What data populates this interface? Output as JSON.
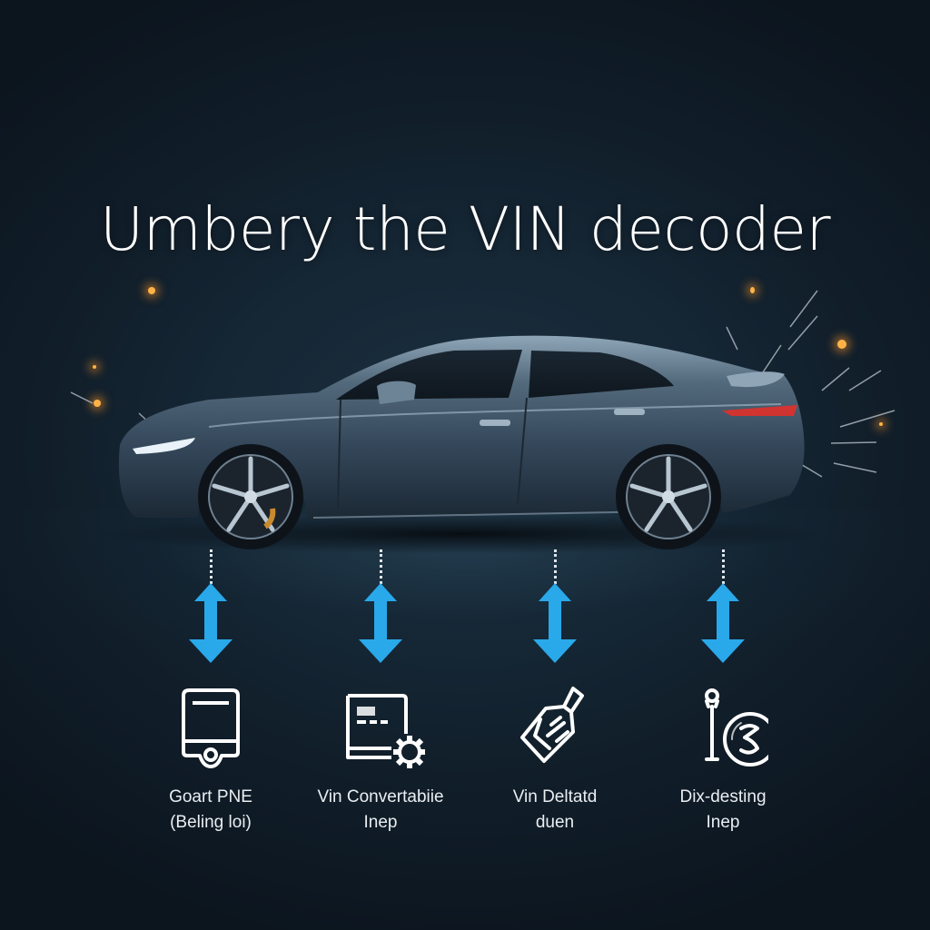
{
  "headline": "Umbery the VIN decoder",
  "colors": {
    "background_dark": "#0c151e",
    "background_center": "#1c3140",
    "arrow_blue": "#29a8ea",
    "spark_orange": "#ffb347",
    "taillight_red": "#e0302a",
    "car_body": "#3a4c5c",
    "icon_white": "#ffffff"
  },
  "car": {
    "description": "dark slate-blue sports sedan, side profile",
    "icon": "car-side-illustration"
  },
  "features": [
    {
      "icon": "tablet-device-icon",
      "line1": "Goart PNE",
      "line2": "(Beling loi)"
    },
    {
      "icon": "document-gear-icon",
      "line1": "Vin Convertabiie",
      "line2": "Inep"
    },
    {
      "icon": "tag-pen-icon",
      "line1": "Vin Deltatd",
      "line2": "duen"
    },
    {
      "icon": "key-coin-icon",
      "line1": "Dix-desting",
      "line2": "Inep"
    }
  ],
  "arrows": [
    {
      "icon": "up-down-arrow-icon"
    },
    {
      "icon": "up-down-arrow-icon"
    },
    {
      "icon": "up-down-arrow-icon"
    },
    {
      "icon": "up-down-arrow-icon"
    }
  ]
}
